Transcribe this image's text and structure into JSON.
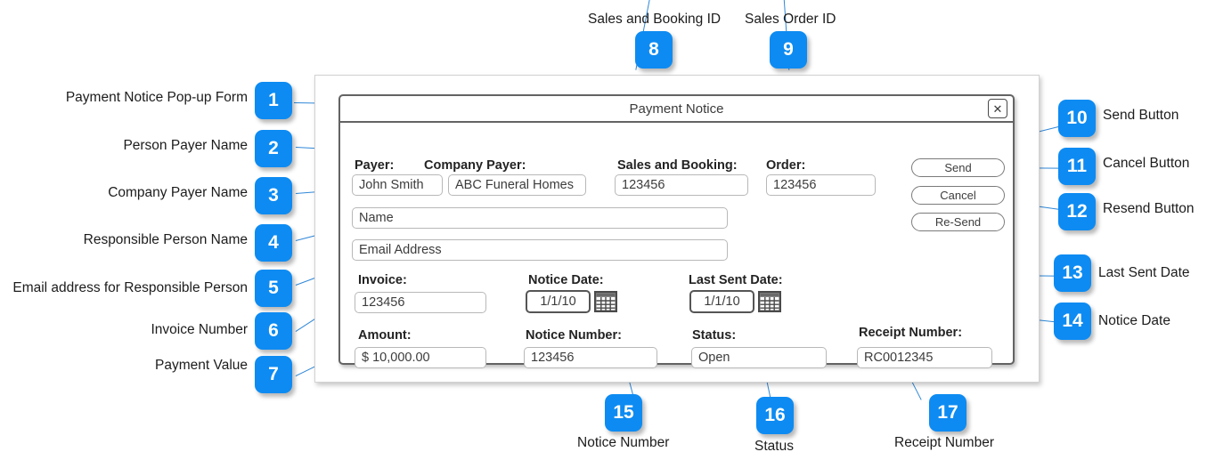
{
  "dialog": {
    "title": "Payment Notice",
    "close_icon": "close-icon",
    "fields": {
      "payer_label": "Payer:",
      "payer_value": "John Smith",
      "company_payer_label": "Company Payer:",
      "company_payer_value": "ABC Funeral Homes",
      "sales_booking_label": "Sales and Booking:",
      "sales_booking_value": "123456",
      "order_label": "Order:",
      "order_value": "123456",
      "name_value": "Name",
      "email_value": "Email Address",
      "invoice_label": "Invoice:",
      "invoice_value": "123456",
      "notice_date_label": "Notice Date:",
      "notice_date_value": "1/1/10",
      "last_sent_date_label": "Last Sent Date:",
      "last_sent_date_value": "1/1/10",
      "amount_label": "Amount:",
      "amount_value": "$ 10,000.00",
      "notice_number_label": "Notice Number:",
      "notice_number_value": "123456",
      "status_label": "Status:",
      "status_value": "Open",
      "receipt_number_label": "Receipt Number:",
      "receipt_number_value": "RC0012345"
    },
    "buttons": {
      "send": "Send",
      "cancel": "Cancel",
      "resend": "Re-Send"
    },
    "icons": {
      "notice_date_calendar": "calendar-icon",
      "last_sent_date_calendar": "calendar-icon"
    }
  },
  "annotations": {
    "accent_color": "#0d8bf2",
    "items": [
      {
        "number": "1",
        "label": "Payment Notice Pop-up Form"
      },
      {
        "number": "2",
        "label": "Person Payer Name"
      },
      {
        "number": "3",
        "label": "Company Payer Name"
      },
      {
        "number": "4",
        "label": "Responsible Person Name"
      },
      {
        "number": "5",
        "label": "Email address for Responsible Person"
      },
      {
        "number": "6",
        "label": "Invoice Number"
      },
      {
        "number": "7",
        "label": "Payment Value"
      },
      {
        "number": "8",
        "label": "Sales and Booking ID"
      },
      {
        "number": "9",
        "label": "Sales Order ID"
      },
      {
        "number": "10",
        "label": "Send Button"
      },
      {
        "number": "11",
        "label": "Cancel Button"
      },
      {
        "number": "12",
        "label": "Resend Button"
      },
      {
        "number": "13",
        "label": "Last Sent Date"
      },
      {
        "number": "14",
        "label": "Notice Date"
      },
      {
        "number": "15",
        "label": "Notice Number"
      },
      {
        "number": "16",
        "label": "Status"
      },
      {
        "number": "17",
        "label": "Receipt Number"
      }
    ]
  }
}
